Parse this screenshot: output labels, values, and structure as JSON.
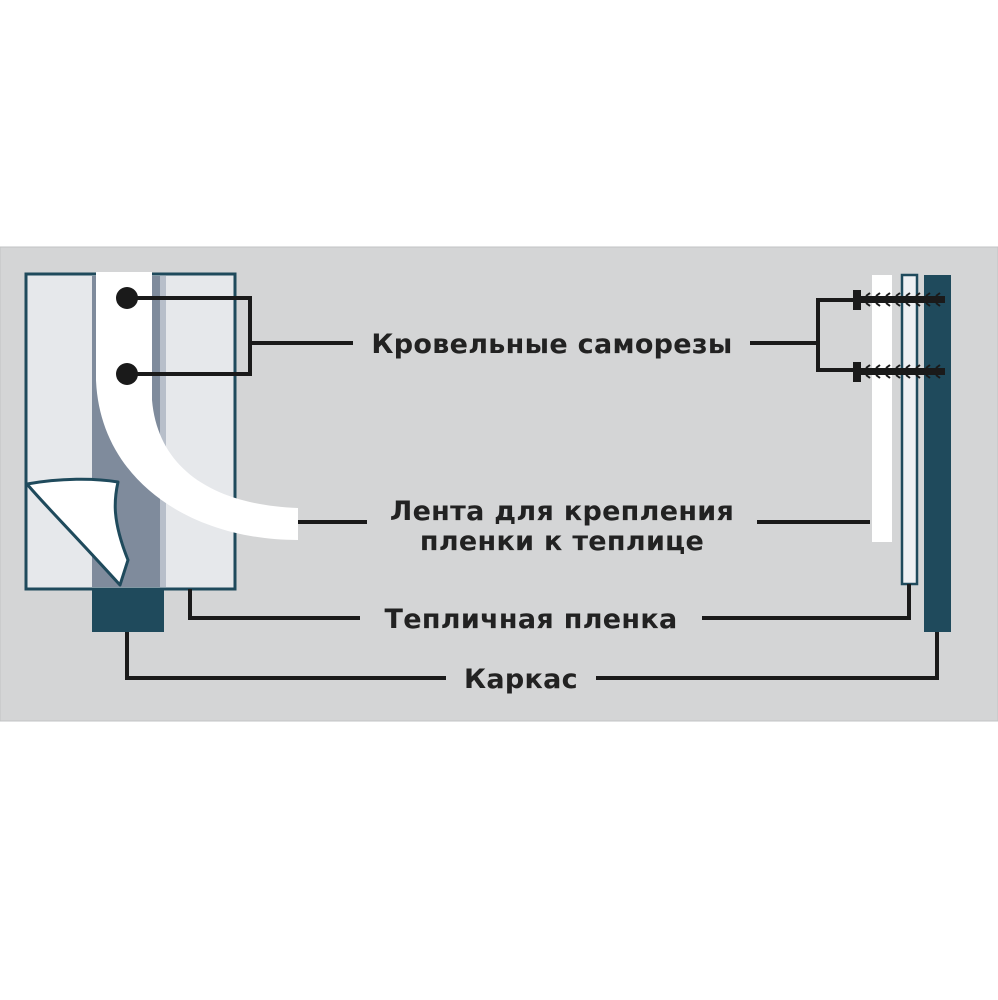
{
  "labels": {
    "screws": "Кровельные саморезы",
    "tape_line1": "Лента для крепления",
    "tape_line2": "пленки к теплице",
    "film": "Тепличная пленка",
    "frame": "Каркас"
  },
  "colors": {
    "panel": "#d4d5d6",
    "frame": "#1f4a5c",
    "film": "#e5e7ea",
    "film_edge": "#1f4a5c",
    "film_shadow": "#7f8b9c",
    "tape": "#ffffff",
    "screw": "#1a1a1a",
    "line": "#1a1a1a"
  }
}
